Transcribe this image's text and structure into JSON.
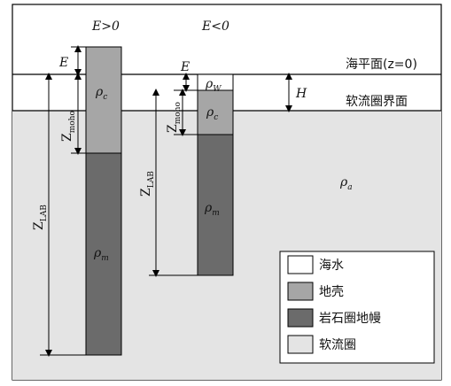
{
  "labels": {
    "e_pos": "E>0",
    "e_neg": "E<0",
    "sea_level": "海平面(z=0)",
    "asthenosphere_boundary": "软流圈界面",
    "h": "H",
    "e_left": "E",
    "e_right": "E",
    "rho_a": "ρa",
    "rho_c_left": "ρc",
    "rho_m_left": "ρm",
    "rho_w": "ρW",
    "rho_c_right": "ρc",
    "rho_m_right": "ρm",
    "z_moho_left": "Zmoho",
    "z_moho_right": "Zmoho",
    "z_lab_left": "ZLAB",
    "z_lab_right": "ZLAB"
  },
  "legend": {
    "items": [
      {
        "label": "海水",
        "color": "#ffffff"
      },
      {
        "label": "地壳",
        "color": "#a6a6a6"
      },
      {
        "label": "岩石圈地幔",
        "color": "#6b6b6b"
      },
      {
        "label": "软流圈",
        "color": "#e4e4e4"
      }
    ]
  },
  "colors": {
    "asthenosphere": "#e4e4e4",
    "crust": "#a6a6a6",
    "mantle": "#6b6b6b",
    "water": "#ffffff"
  }
}
